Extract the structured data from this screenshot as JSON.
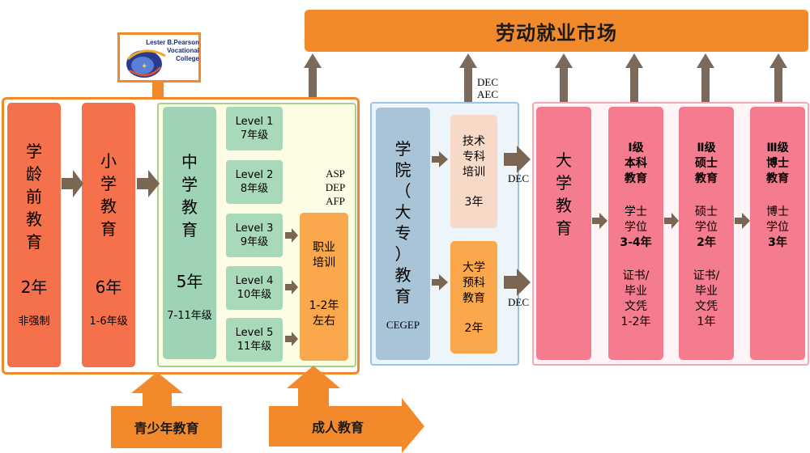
{
  "labor_market": "劳动就业市场",
  "logo": {
    "line1": "Lester B.Pearson",
    "line2": "Vocational College"
  },
  "preschool": {
    "chars": [
      "学",
      "龄",
      "前",
      "教",
      "育"
    ],
    "years": "2年",
    "note": "非强制"
  },
  "primary": {
    "chars": [
      "小",
      "学",
      "教",
      "育"
    ],
    "years": "6年",
    "grades": "1-6年级"
  },
  "secondary": {
    "chars": [
      "中",
      "学",
      "教",
      "育"
    ],
    "years": "5年",
    "grades": "7-11年级"
  },
  "levels": [
    {
      "level": "Level  1",
      "grade": "7年级"
    },
    {
      "level": "Level  2",
      "grade": "8年级"
    },
    {
      "level": "Level  3",
      "grade": "9年级"
    },
    {
      "level": "Level  4",
      "grade": "10年级"
    },
    {
      "level": "Level  5",
      "grade": "11年级"
    }
  ],
  "vocational": {
    "line1": "职业",
    "line2": "培训",
    "dur1": "1-2年",
    "dur2": "左右"
  },
  "vocational_diplomas": [
    "ASP",
    "DEP",
    "AFP"
  ],
  "college": {
    "chars": [
      "学",
      "院",
      "（",
      "大",
      "专",
      "）",
      "教",
      "育"
    ],
    "name": "CEGEP"
  },
  "technical": {
    "lines": [
      "技术",
      "专科",
      "培训"
    ],
    "years": "3年"
  },
  "technical_diplomas": [
    "DEC",
    "AEC"
  ],
  "preuni": {
    "lines": [
      "大学",
      "预科",
      "教育"
    ],
    "years": "2年"
  },
  "dec_label": "DEC",
  "university": {
    "chars": [
      "大",
      "学",
      "教",
      "育"
    ]
  },
  "degrees": [
    {
      "title": [
        "Ⅰ级",
        "本科",
        "教育"
      ],
      "degree": [
        "学士",
        "学位"
      ],
      "years": "3-4年",
      "cert": [
        "证书/",
        "毕业",
        "文凭",
        "1-2年"
      ]
    },
    {
      "title": [
        "Ⅱ级",
        "硕士",
        "教育"
      ],
      "degree": [
        "硕士",
        "学位"
      ],
      "years": "2年",
      "cert": [
        "证书/",
        "毕业",
        "文凭",
        "1年"
      ]
    },
    {
      "title": [
        "Ⅲ级",
        "博士",
        "教育"
      ],
      "degree": [
        "博士",
        "学位"
      ],
      "years": "3年",
      "cert": []
    }
  ],
  "youth_label": "青少年教育",
  "adult_label": "成人教育",
  "colors": {
    "orange": "#f28a2c",
    "arrow_up": "#7b6a5c",
    "arrow_right": "#7a6652",
    "preschool": "#f4714c",
    "secondary": "#9fd3b5",
    "college": "#a9c4d6",
    "university": "#f47c8e"
  }
}
